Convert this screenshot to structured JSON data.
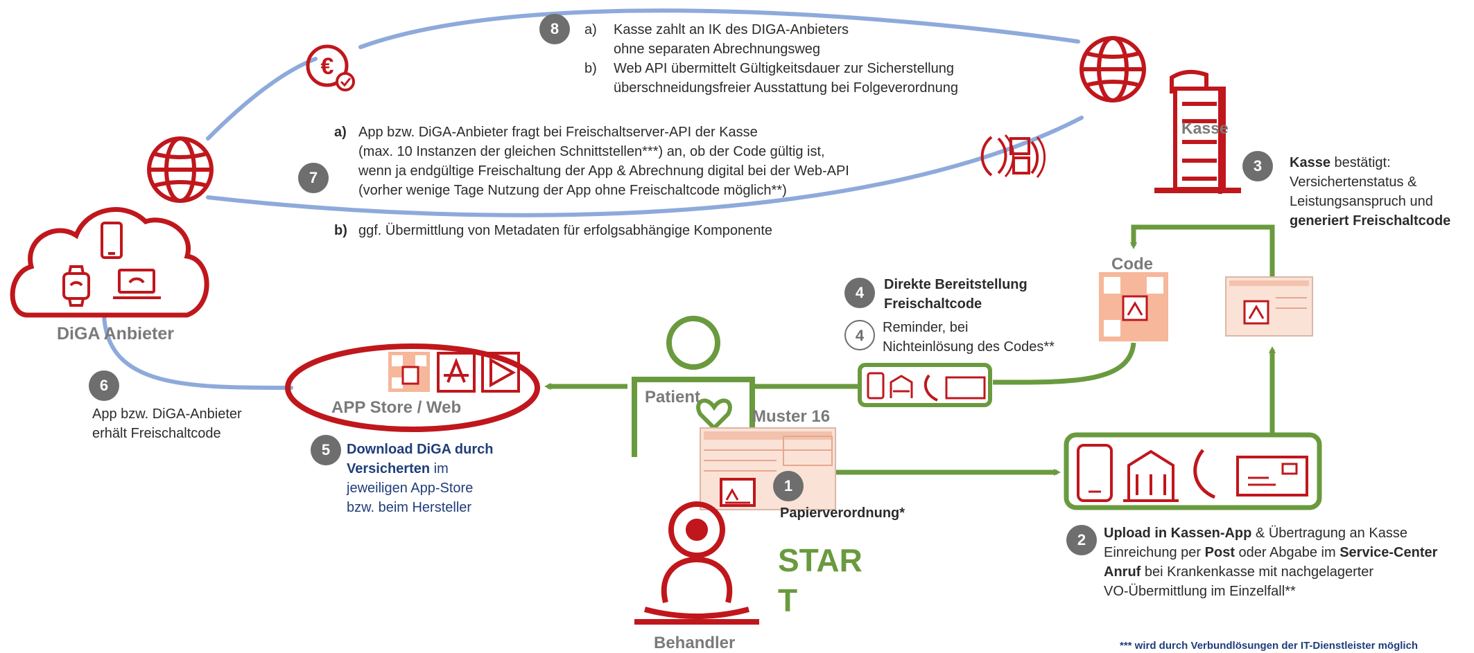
{
  "colors": {
    "red": "#c0171c",
    "green": "#6a9a3e",
    "blue_line": "#8eaadb",
    "gray_badge": "#6e6e6e",
    "orange": "#f4a07c",
    "dark_blue": "#1f3d7a"
  },
  "icons": [
    "globe-icon",
    "euro-icon",
    "cloud-icon",
    "smartphone-icon",
    "smartwatch-icon",
    "laptop-icon",
    "building-icon",
    "puzzle-icon",
    "qr-code-icon",
    "app-store-icon",
    "play-store-icon",
    "phone-icon",
    "card-icon",
    "person-icon",
    "prescription-form-icon"
  ],
  "actors": {
    "diga_anbieter": "DiGA   Anbieter",
    "kasse": "Kasse",
    "patient": "Patient",
    "behandler": "Behandler",
    "app_store": "APP Store / Web",
    "code": "Code",
    "muster": "Muster 16"
  },
  "start_label": {
    "line1": "STAR",
    "line2": "T"
  },
  "steps": {
    "s1": {
      "num": "1",
      "text": "Papierverordnung*"
    },
    "s2": {
      "num": "2",
      "line1_bold": "Upload in Kassen-App",
      "line1_rest": " & Übertragung an Kasse",
      "line2_a": "Einreichung per ",
      "line2_b1": "Post",
      "line2_c": " oder Abgabe im ",
      "line2_b2": "Service-Center",
      "line3_bold": "Anruf",
      "line3_rest": " bei Krankenkasse mit nachgelagerter",
      "line4": "VO-Übermittlung im Einzelfall**"
    },
    "s3": {
      "num": "3",
      "line1_bold": "Kasse",
      "line1_rest": " bestätigt:",
      "line2": "Versichertenstatus &",
      "line3": "Leistungsanspruch und",
      "line4_bold": "generiert Freischaltcode"
    },
    "s4": {
      "num": "4",
      "line1": "Direkte Bereitstellung",
      "line2": "Freischaltcode"
    },
    "s4b": {
      "num": "4",
      "line1": "Reminder, bei",
      "line2": "Nichteinlösung des Codes**"
    },
    "s5": {
      "num": "5",
      "line1_bold": "Download DiGA durch",
      "line2_bold": "Versicherten",
      "line2_rest": " im",
      "line3": "jeweiligen App-Store",
      "line4": "bzw. beim Hersteller"
    },
    "s6": {
      "num": "6",
      "line1": "App bzw. DiGA-Anbieter",
      "line2": "erhält Freischaltcode"
    },
    "s7": {
      "num": "7",
      "a_label": "a)",
      "a1": "App bzw. DiGA-Anbieter fragt bei Freischaltserver-API der Kasse",
      "a2": "(max. 10 Instanzen der gleichen Schnittstellen***) an, ob der Code gültig ist,",
      "a3": "wenn ja endgültige Freischaltung der App & Abrechnung digital bei der Web-API",
      "a4": "(vorher wenige Tage Nutzung der App ohne Freischaltcode möglich**)",
      "b_label": "b)",
      "b1": "ggf. Übermittlung von Metadaten für erfolgsabhängige Komponente"
    },
    "s8": {
      "num": "8",
      "a_label": "a)",
      "a1": "Kasse zahlt an IK des DIGA-Anbieters",
      "a2": "ohne separaten Abrechnungsweg",
      "b_label": "b)",
      "b1": "Web API übermittelt Gültigkeitsdauer zur Sicherstellung",
      "b2": "überschneidungsfreier Ausstattung bei  Folgeverordnung"
    }
  },
  "footnote": "*** wird durch Verbundlösungen der IT-Dienstleister möglich"
}
